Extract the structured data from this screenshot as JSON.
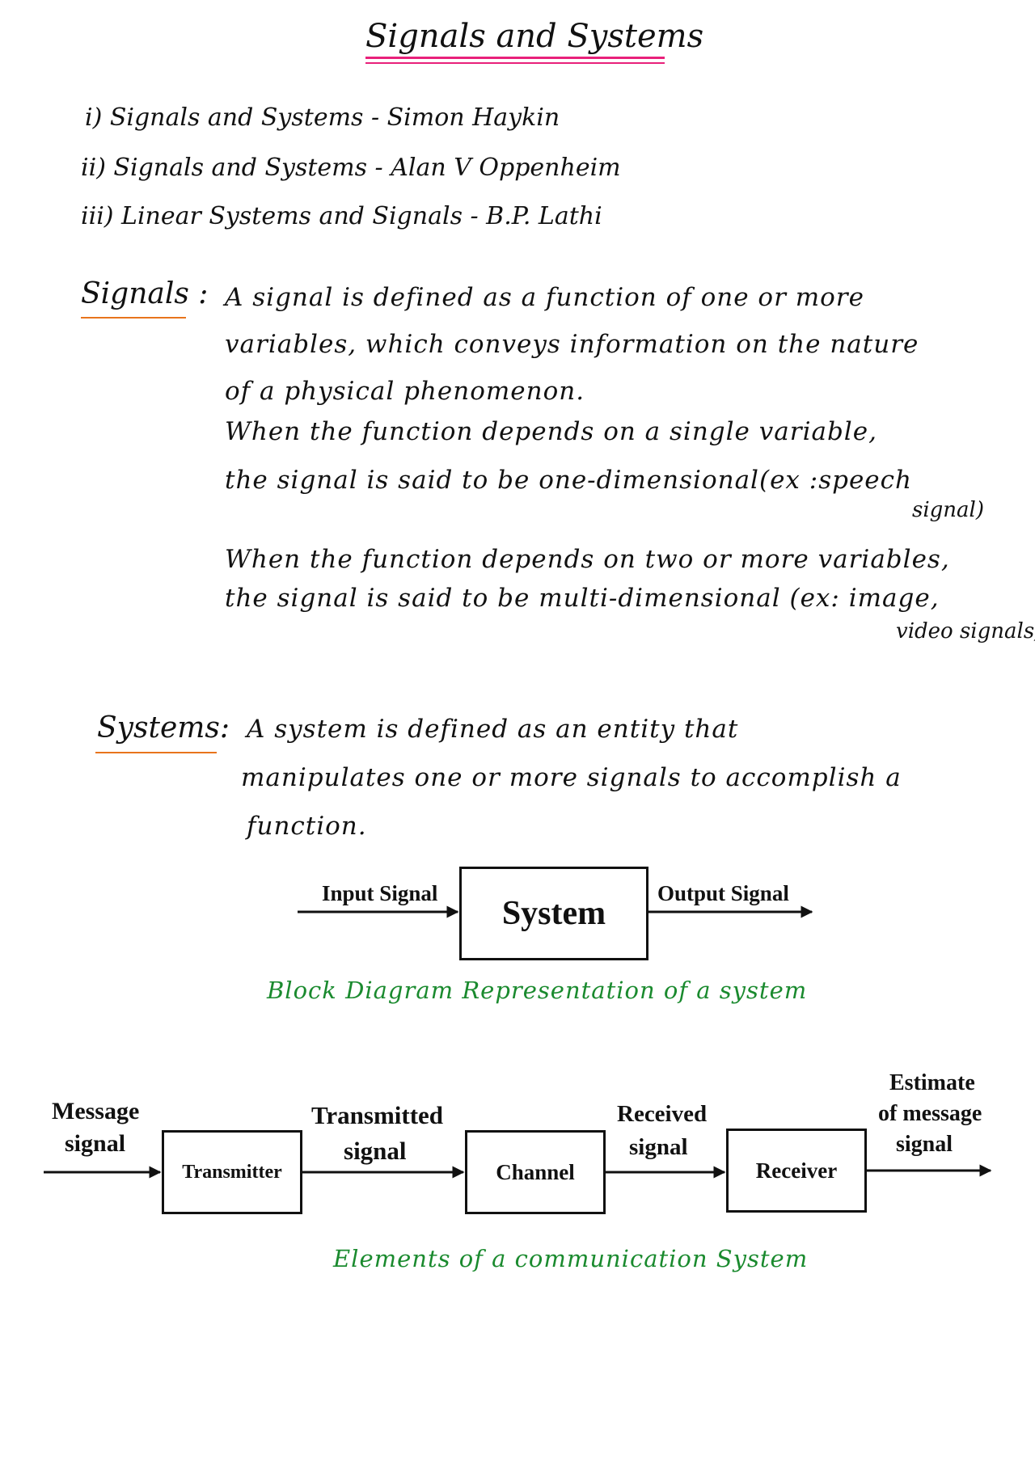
{
  "title": "Signals and Systems",
  "references": [
    "i) Signals and Systems - Simon Haykin",
    "ii) Signals and Systems - Alan V Oppenheim",
    "iii) Linear Systems and Signals - B.P. Lathi"
  ],
  "signals": {
    "label": "Signals :",
    "lines": [
      "A signal is defined as a function of one or more",
      "variables, which conveys information on the nature",
      "of a physical phenomenon.",
      "When the function depends on a single variable,",
      "the signal is said to be one-dimensional(ex :speech",
      "signal)",
      "When the function depends on two or more variables,",
      "the signal is said to be multi-dimensional (ex: image,",
      "video signals)"
    ]
  },
  "systems": {
    "label": "Systems:",
    "lines": [
      "A system is defined as an entity that",
      "manipulates one or more signals to accomplish a",
      "function."
    ]
  },
  "block_diagram": {
    "input_label": "Input Signal",
    "system_label": "System",
    "output_label": "Output Signal",
    "caption": "Block Diagram Representation of a system"
  },
  "comm_diagram": {
    "message_label": [
      "Message",
      "signal"
    ],
    "transmitter": "Transmitter",
    "transmitted_label": [
      "Transmitted",
      "signal"
    ],
    "channel": "Channel",
    "received_label": [
      "Received",
      "signal"
    ],
    "receiver": "Receiver",
    "estimate_label": [
      "Estimate",
      "of message",
      "signal"
    ],
    "caption": "Elements of a communication System"
  },
  "colors": {
    "title_underline": "#e8207a",
    "label_underline": "#e8741c",
    "caption": "#1a8a2e"
  }
}
